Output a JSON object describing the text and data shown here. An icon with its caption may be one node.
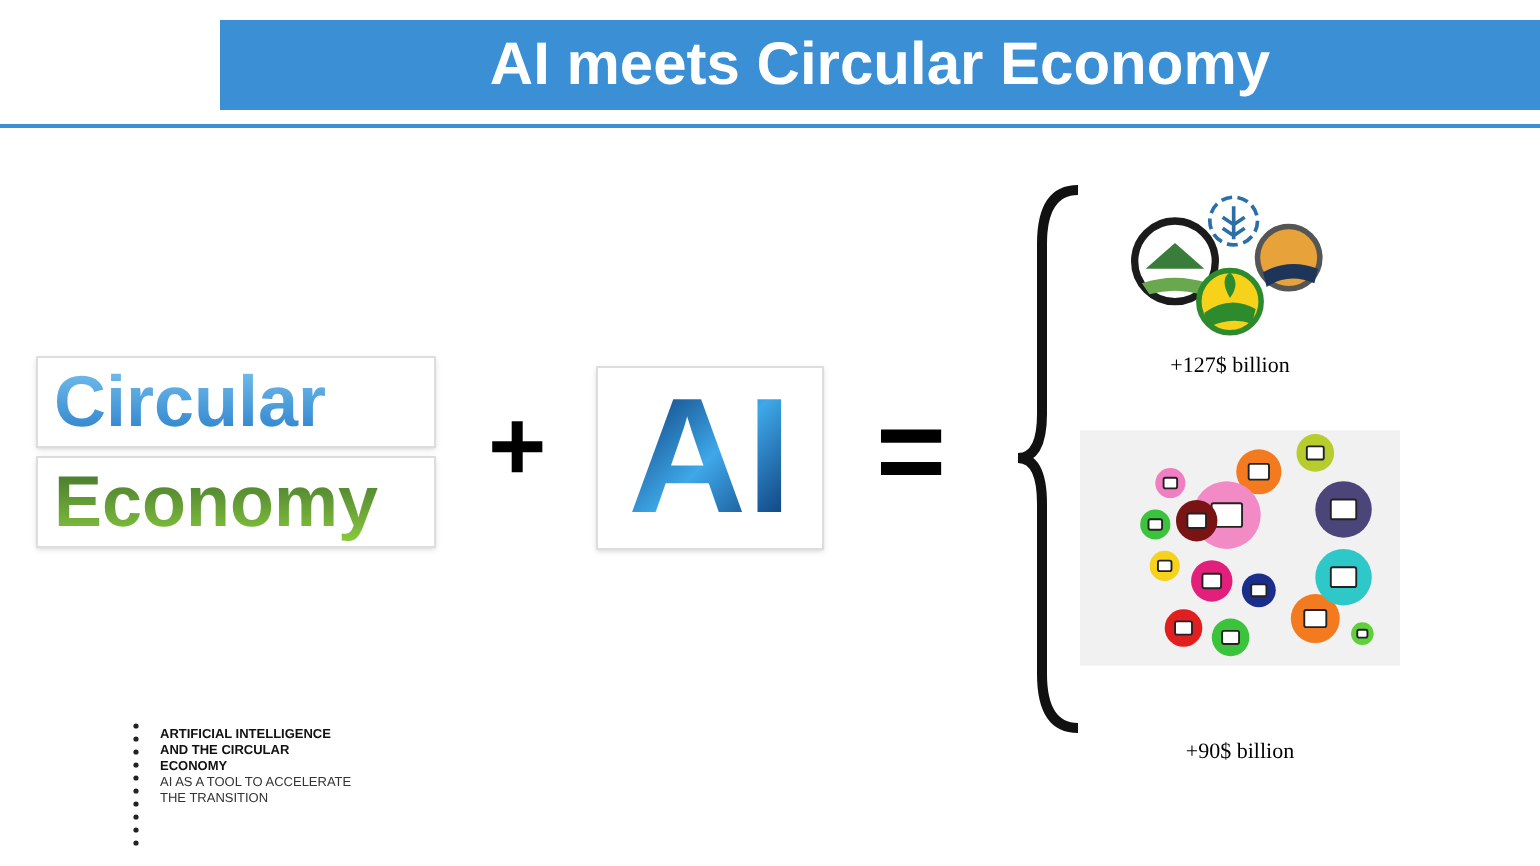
{
  "diagram": {
    "title": "AI meets Circular Economy",
    "nodes": [
      {
        "text": [
          "Circular",
          "Economy"
        ]
      },
      {
        "text": [
          "AI"
        ]
      },
      {
        "text": [],
        "shape": "picture",
        "beside": [
          "+127$ billion"
        ]
      },
      {
        "text": [],
        "shape": "picture",
        "beside": [
          "+90$ billion"
        ]
      }
    ],
    "labels": [
      "+",
      "=",
      "ARTIFICIAL INTELLIGENCE AND THE CIRCULAR ECONOMY",
      "AI AS A TOOL TO ACCELERATE THE TRANSITION"
    ]
  }
}
